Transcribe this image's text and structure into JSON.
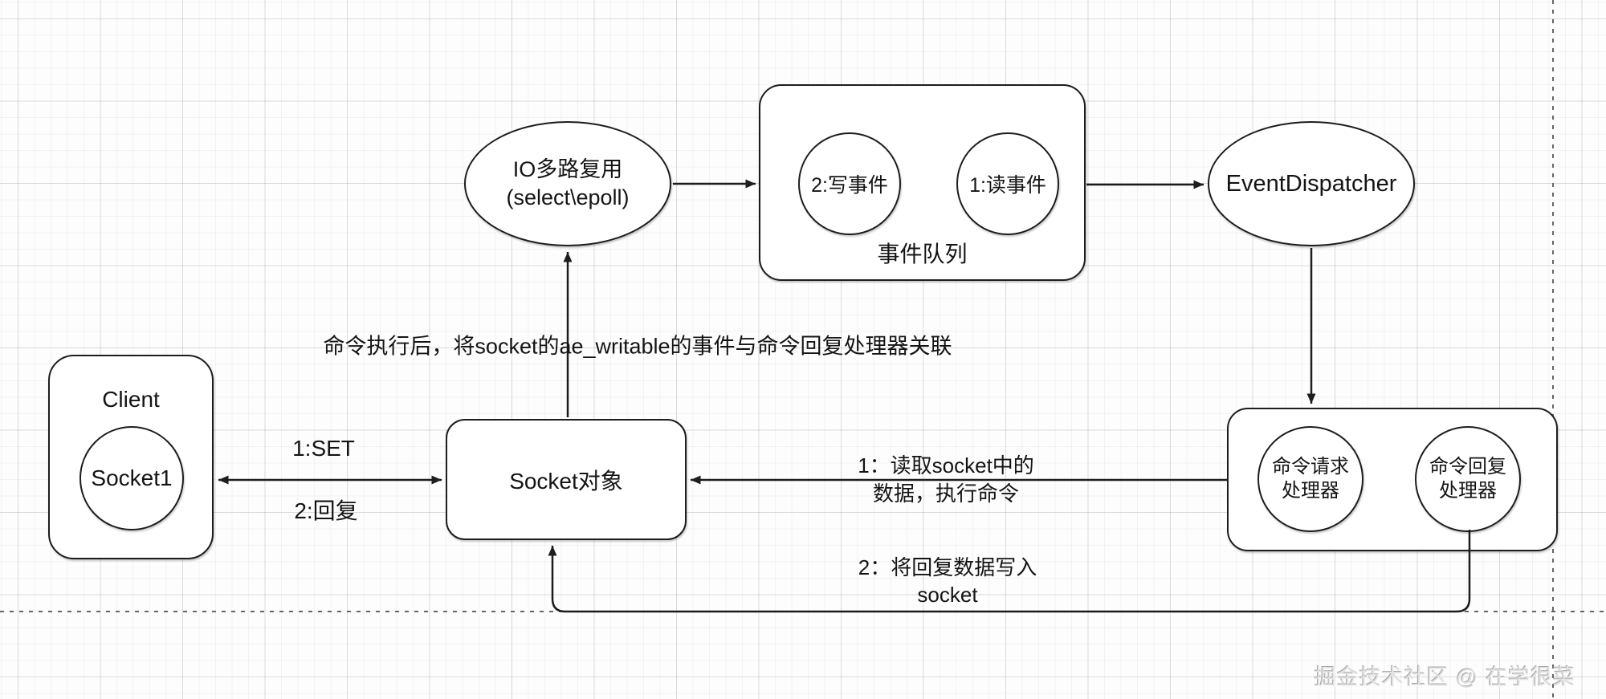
{
  "colors": {
    "stroke": "#1d1d1d",
    "text": "#141414",
    "page_break_dash": "#666666",
    "grid_major": "#e3e3e3",
    "grid_minor": "#f4f4f4",
    "shape_fill": "#ffffff"
  },
  "nodes": {
    "client": {
      "title": "Client",
      "socket_label": "Socket1"
    },
    "socket_object": {
      "label": "Socket对象"
    },
    "io_multiplex": {
      "line1": "IO多路复用",
      "line2": "(select\\epoll)"
    },
    "event_queue": {
      "label": "事件队列",
      "write_event": "2:写事件",
      "read_event": "1:读事件"
    },
    "event_dispatcher": {
      "label": "EventDispatcher"
    },
    "command_handlers": {
      "request": {
        "line1": "命令请求",
        "line2": "处理器"
      },
      "reply": {
        "line1": "命令回复",
        "line2": "处理器"
      }
    }
  },
  "edge_labels": {
    "set_request": "1:SET",
    "reply_response": "2:回复",
    "writable_note": "命令执行后，将socket的ae_writable的事件与命令回复处理器关联",
    "read_socket": {
      "line1": "1：读取socket中的",
      "line2": "数据，执行命令"
    },
    "write_reply": {
      "line1": "2：将回复数据写入",
      "line2": "socket"
    }
  },
  "watermark": {
    "text": "掘金技术社区 @ 在学很菜"
  }
}
